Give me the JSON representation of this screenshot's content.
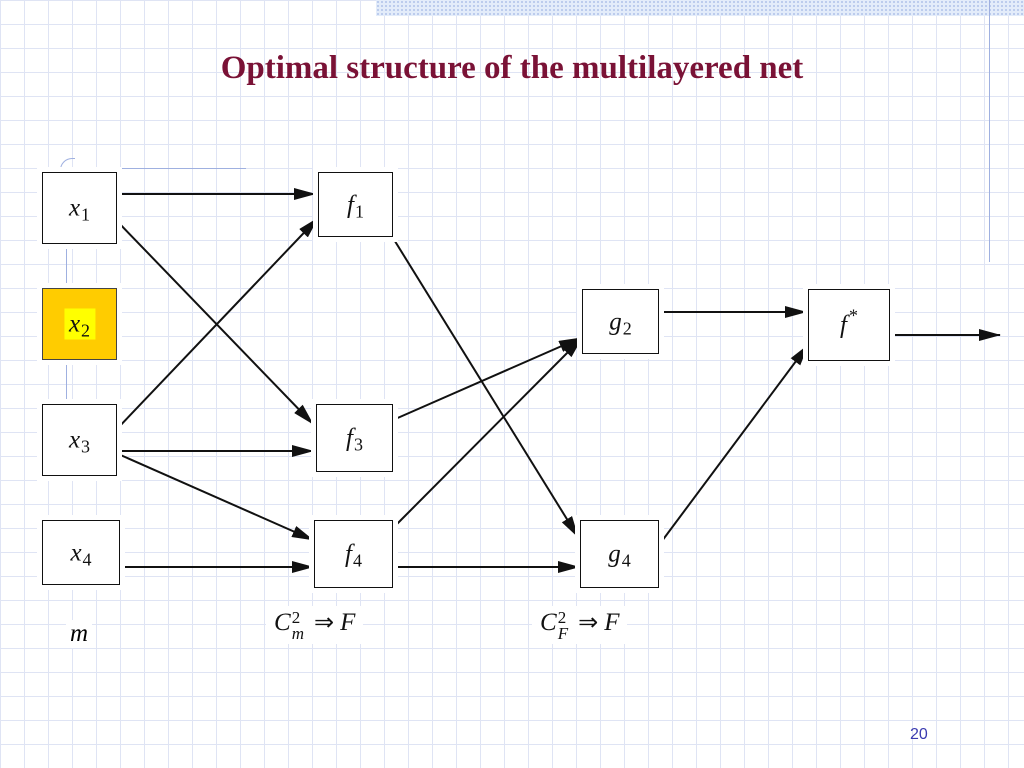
{
  "slide": {
    "title": "Optimal structure of the multilayered net",
    "page_number": "20"
  },
  "nodes": {
    "x1": {
      "var": "x",
      "sub": "1"
    },
    "x2": {
      "var": "x",
      "sub": "2",
      "highlighted": true,
      "fill_color": "#ffcc00"
    },
    "x3": {
      "var": "x",
      "sub": "3"
    },
    "x4": {
      "var": "x",
      "sub": "4"
    },
    "f1": {
      "var": "f",
      "sub": "1"
    },
    "f3": {
      "var": "f",
      "sub": "3"
    },
    "f4": {
      "var": "f",
      "sub": "4"
    },
    "g2": {
      "var": "g",
      "sub": "2"
    },
    "g4": {
      "var": "g",
      "sub": "4"
    },
    "fstar": {
      "var": "f",
      "sup": "*"
    }
  },
  "labels": {
    "m": "m",
    "formula1": {
      "c": "C",
      "sup": "2",
      "sub": "m",
      "arrow": "⇒",
      "rhs": "F"
    },
    "formula2": {
      "c": "C",
      "sup": "2",
      "sub": "F",
      "arrow": "⇒",
      "rhs": "F"
    }
  },
  "edges": [
    {
      "from": "x1",
      "to": "f1"
    },
    {
      "from": "x1",
      "to": "f3"
    },
    {
      "from": "x3",
      "to": "f1"
    },
    {
      "from": "x3",
      "to": "f3"
    },
    {
      "from": "x3",
      "to": "f4"
    },
    {
      "from": "x4",
      "to": "f4"
    },
    {
      "from": "f1",
      "to": "g4"
    },
    {
      "from": "f3",
      "to": "g2"
    },
    {
      "from": "f4",
      "to": "g2"
    },
    {
      "from": "f4",
      "to": "g4"
    },
    {
      "from": "g2",
      "to": "fstar"
    },
    {
      "from": "g4",
      "to": "fstar"
    },
    {
      "from": "fstar",
      "to": "output"
    }
  ]
}
